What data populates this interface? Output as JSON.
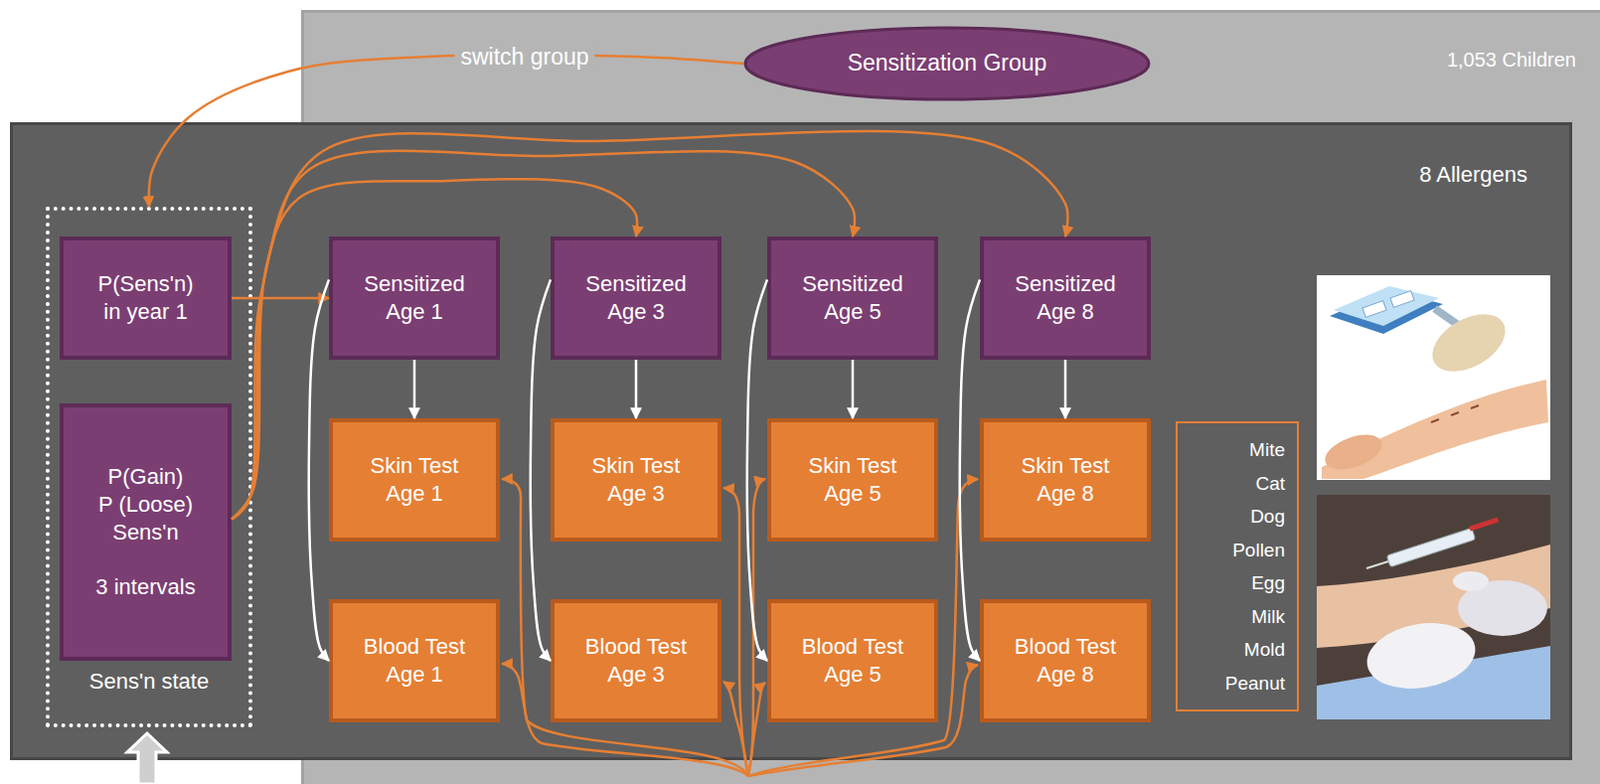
{
  "diagram": {
    "nodes": [
      {
        "text": [
          "1,053 Children"
        ]
      },
      {
        "text": [
          "Sensitization Group"
        ],
        "in": 0
      },
      {
        "text": [
          "8 Allergens"
        ]
      },
      {
        "text": [
          "Sens'n state"
        ],
        "in": 2
      },
      {
        "text": [
          "P(Sens'n) in year 1"
        ],
        "in": 3
      },
      {
        "text": [
          "P(Gain)",
          "P (Loose)",
          "Sens'n",
          "3 intervals"
        ],
        "in": 3
      },
      {
        "text": [
          "Sensitized Age 1"
        ],
        "in": 2
      },
      {
        "text": [
          "Sensitized Age 3"
        ],
        "in": 2
      },
      {
        "text": [
          "Sensitized Age 5"
        ],
        "in": 2
      },
      {
        "text": [
          "Sensitized Age 8"
        ],
        "in": 2
      },
      {
        "text": [
          "Skin Test Age 1"
        ],
        "in": 2
      },
      {
        "text": [
          "Skin Test Age 3"
        ],
        "in": 2
      },
      {
        "text": [
          "Skin Test Age 5"
        ],
        "in": 2
      },
      {
        "text": [
          "Skin Test Age 8"
        ],
        "in": 2
      },
      {
        "text": [
          "Blood Test Age 1"
        ],
        "in": 2
      },
      {
        "text": [
          "Blood Test Age 3"
        ],
        "in": 2
      },
      {
        "text": [
          "Blood Test Age 5"
        ],
        "in": 2
      },
      {
        "text": [
          "Blood Test Age 8"
        ],
        "in": 2
      },
      {
        "text": [
          "Mite",
          "Cat",
          "Dog",
          "Pollen",
          "Egg",
          "Milk",
          "Mold",
          "Peanut"
        ],
        "in": 2
      }
    ],
    "edges": [
      {
        "from": 1,
        "to": 3,
        "label": "switch group",
        "arrow": "to"
      },
      {
        "from": 4,
        "to": 6,
        "arrow": "to"
      },
      {
        "from": 5,
        "to": 7,
        "arrow": "to"
      },
      {
        "from": 5,
        "to": 8,
        "arrow": "to"
      },
      {
        "from": 5,
        "to": 9,
        "arrow": "to"
      },
      {
        "from": 6,
        "to": 10,
        "arrow": "to"
      },
      {
        "from": 7,
        "to": 11,
        "arrow": "to"
      },
      {
        "from": 8,
        "to": 12,
        "arrow": "to"
      },
      {
        "from": 9,
        "to": 13,
        "arrow": "to"
      },
      {
        "from": 6,
        "to": 14,
        "arrow": "to"
      },
      {
        "from": 7,
        "to": 15,
        "arrow": "to"
      },
      {
        "from": 8,
        "to": 16,
        "arrow": "to"
      },
      {
        "from": 9,
        "to": 17,
        "arrow": "to"
      }
    ]
  }
}
